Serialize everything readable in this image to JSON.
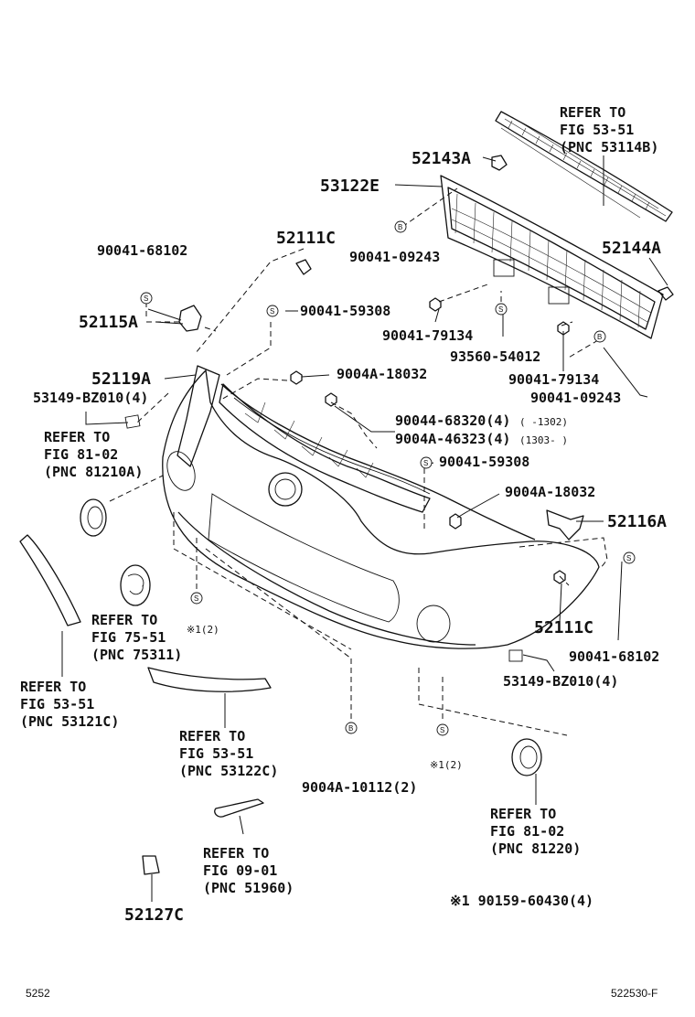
{
  "labels": {
    "refer_grille_top": [
      "REFER TO",
      "FIG 53-51",
      "(PNC 53114B)"
    ],
    "p52143A": "52143A",
    "p53122E": "53122E",
    "p52144A": "52144A",
    "p90041_09243_a": "90041-09243",
    "p90041_68102_a": "90041-68102",
    "p52111C_a": "52111C",
    "p52115A": "52115A",
    "p90041_59308_a": "90041-59308",
    "p90041_79134_a": "90041-79134",
    "p93560_54012": "93560-54012",
    "p90041_79134_b": "90041-79134",
    "p90041_09243_b": "90041-09243",
    "p52119A": "52119A",
    "p9004A_18032_a": "9004A-18032",
    "p53149_BZ010_a": "53149-BZ010(4)",
    "p90044_68320": "90044-68320(4)",
    "p90044_68320_note": "(    -1302)",
    "p9004A_46323": "9004A-46323(4)",
    "p9004A_46323_note": "(1303-     )",
    "refer_fog_left": [
      "REFER TO",
      "FIG 81-02",
      "(PNC 81210A)"
    ],
    "p90041_59308_b": "90041-59308",
    "p9004A_18032_b": "9004A-18032",
    "p52116A": "52116A",
    "refer_emblem": [
      "REFER TO",
      "FIG 75-51",
      "(PNC 75311)"
    ],
    "note_1_2_a": "※1(2)",
    "p52111C_b": "52111C",
    "p90041_68102_b": "90041-68102",
    "p53149_BZ010_b": "53149-BZ010(4)",
    "refer_strip_left": [
      "REFER TO",
      "FIG 53-51",
      "(PNC 53121C)"
    ],
    "refer_strip_mid": [
      "REFER TO",
      "FIG 53-51",
      "(PNC 53122C)"
    ],
    "p9004A_10112": "9004A-10112(2)",
    "note_1_2_b": "※1(2)",
    "refer_fog_right": [
      "REFER TO",
      "FIG 81-02",
      "(PNC 81220)"
    ],
    "refer_towhook": [
      "REFER TO",
      "FIG 09-01",
      "(PNC 51960)"
    ],
    "p52127C": "52127C",
    "note_legend": "※1  90159-60430(4)",
    "footer_left": "5252",
    "footer_right": "522530-F"
  },
  "callouts": {
    "S": "S",
    "B": "B"
  }
}
